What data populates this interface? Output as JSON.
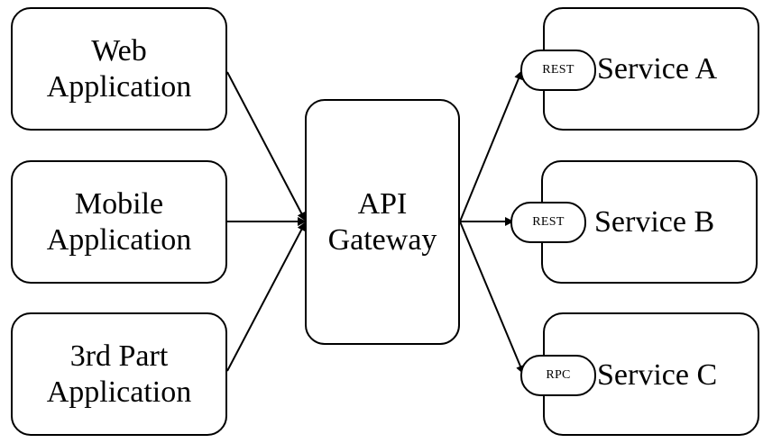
{
  "clients": [
    {
      "line1": "Web",
      "line2": "Application"
    },
    {
      "line1": "Mobile",
      "line2": "Application"
    },
    {
      "line1": "3rd Part",
      "line2": "Application"
    }
  ],
  "gateway": {
    "line1": "API",
    "line2": "Gateway"
  },
  "services": [
    {
      "name": "Service A",
      "protocol": "REST"
    },
    {
      "name": "Service B",
      "protocol": "REST"
    },
    {
      "name": "Service C",
      "protocol": "RPC"
    }
  ]
}
